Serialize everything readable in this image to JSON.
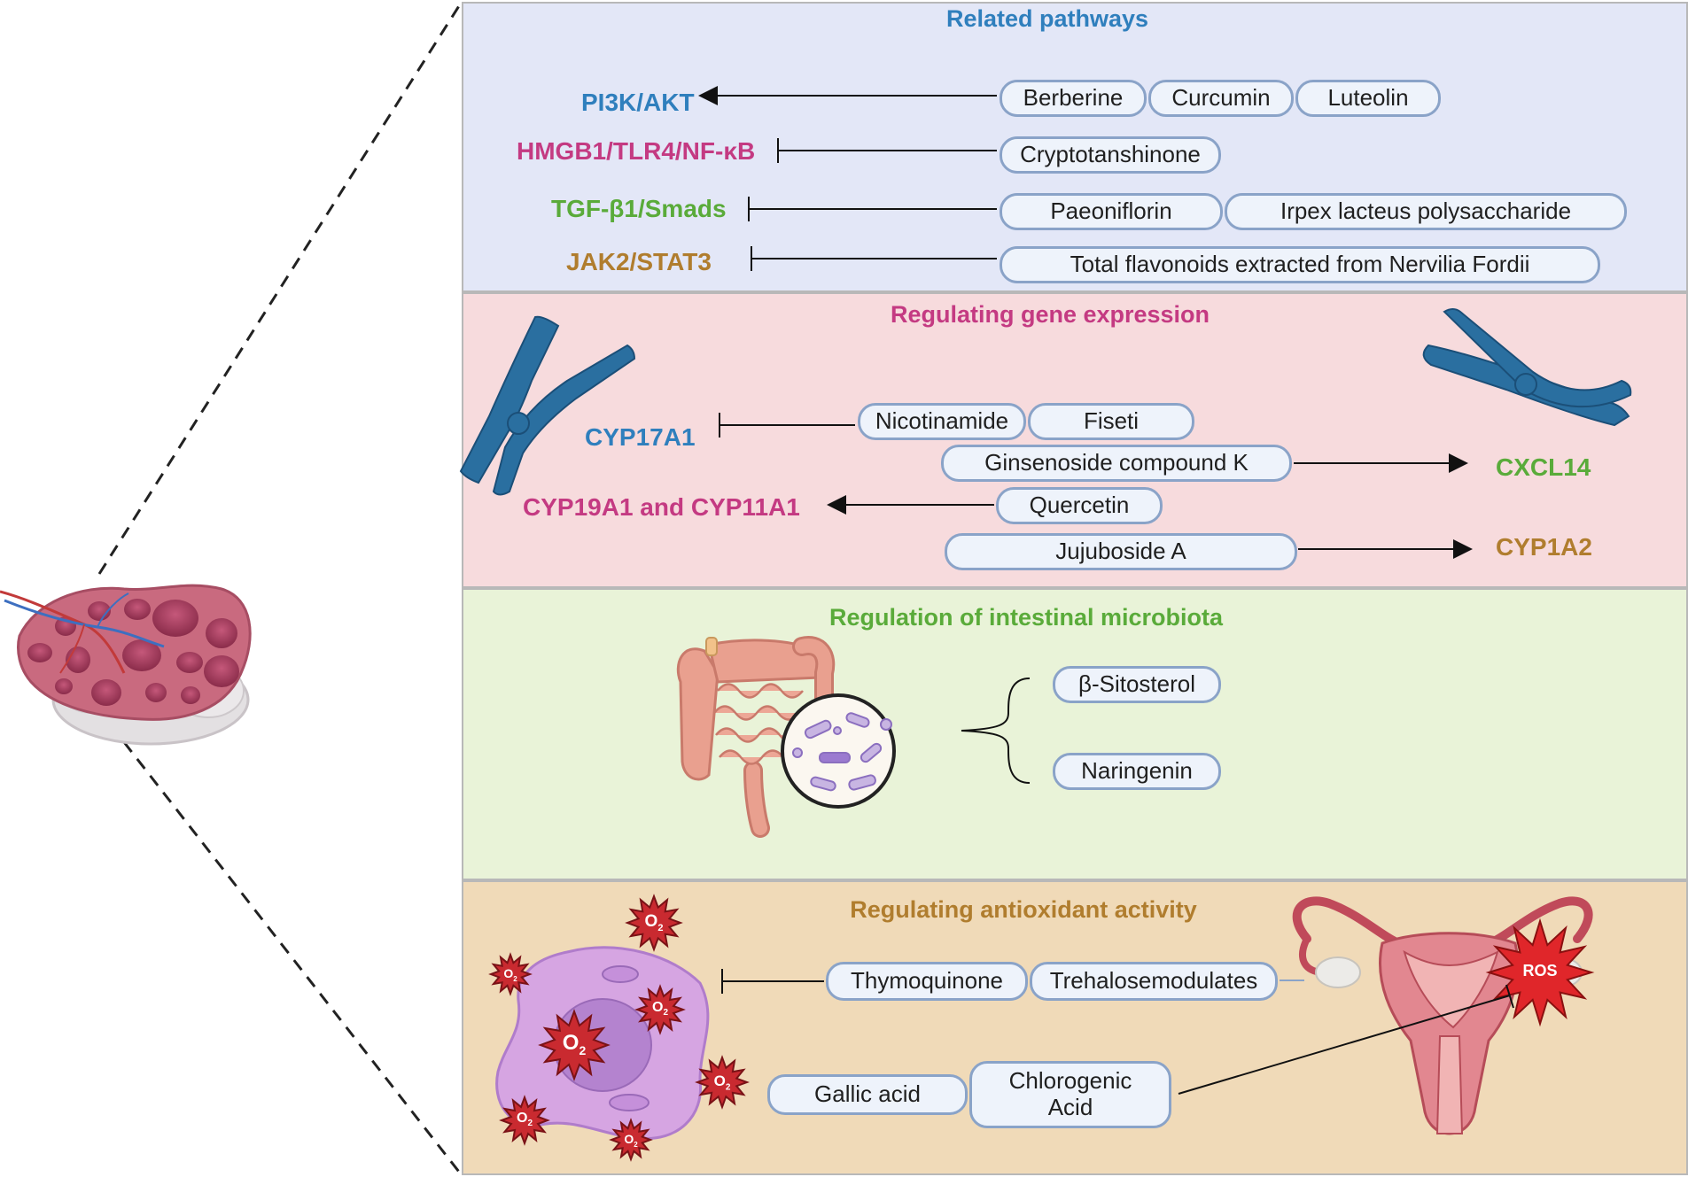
{
  "panels": {
    "pathways": {
      "title": "Related pathways",
      "targets": [
        "PI3K/AKT",
        "HMGB1/TLR4/NF-κB",
        "TGF-β1/Smads",
        "JAK2/STAT3"
      ],
      "compounds": [
        "Berberine",
        "Curcumin",
        "Luteolin",
        "Cryptotanshinone",
        "Paeoniflorin",
        "Irpex lacteus polysaccharide",
        "Total flavonoids extracted from Nervilia Fordii"
      ]
    },
    "genes": {
      "title": "Regulating gene expression",
      "targets": [
        "CYP17A1",
        "CXCL14",
        "CYP19A1 and CYP11A1",
        "CYP1A2"
      ],
      "compounds": [
        "Nicotinamide",
        "Fiseti",
        "Ginsenoside compound K",
        "Quercetin",
        "Jujuboside A"
      ]
    },
    "microbiota": {
      "title": "Regulation of intestinal microbiota",
      "compounds": [
        "β-Sitosterol",
        "Naringenin"
      ]
    },
    "antioxidant": {
      "title": "Regulating antioxidant activity",
      "compounds": [
        "Thymoquinone",
        "Trehalosemodulates",
        "Gallic acid",
        "Chlorogenic Acid"
      ],
      "ros_label": "ROS",
      "o2_label": "O",
      "o2_sub": "2"
    }
  },
  "colors": {
    "blue": "#2f7fbd",
    "magenta": "#c43a82",
    "green": "#5aab3a",
    "brown": "#b07d2e"
  }
}
